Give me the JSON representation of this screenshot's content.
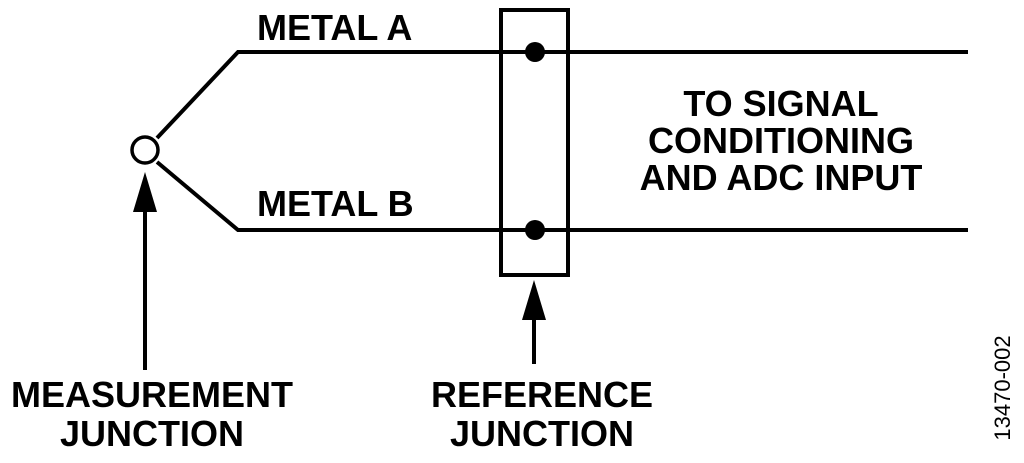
{
  "diagram": {
    "metal_a_label": "METAL A",
    "metal_b_label": "METAL B",
    "output_label": {
      "line1": "TO SIGNAL",
      "line2": "CONDITIONING",
      "line3": "AND ADC INPUT"
    },
    "measurement_label": {
      "line1": "MEASUREMENT",
      "line2": "JUNCTION"
    },
    "reference_label": {
      "line1": "REFERENCE",
      "line2": "JUNCTION"
    },
    "figure_id": "13470-002"
  },
  "colors": {
    "ink": "#000000",
    "background": "#ffffff"
  }
}
